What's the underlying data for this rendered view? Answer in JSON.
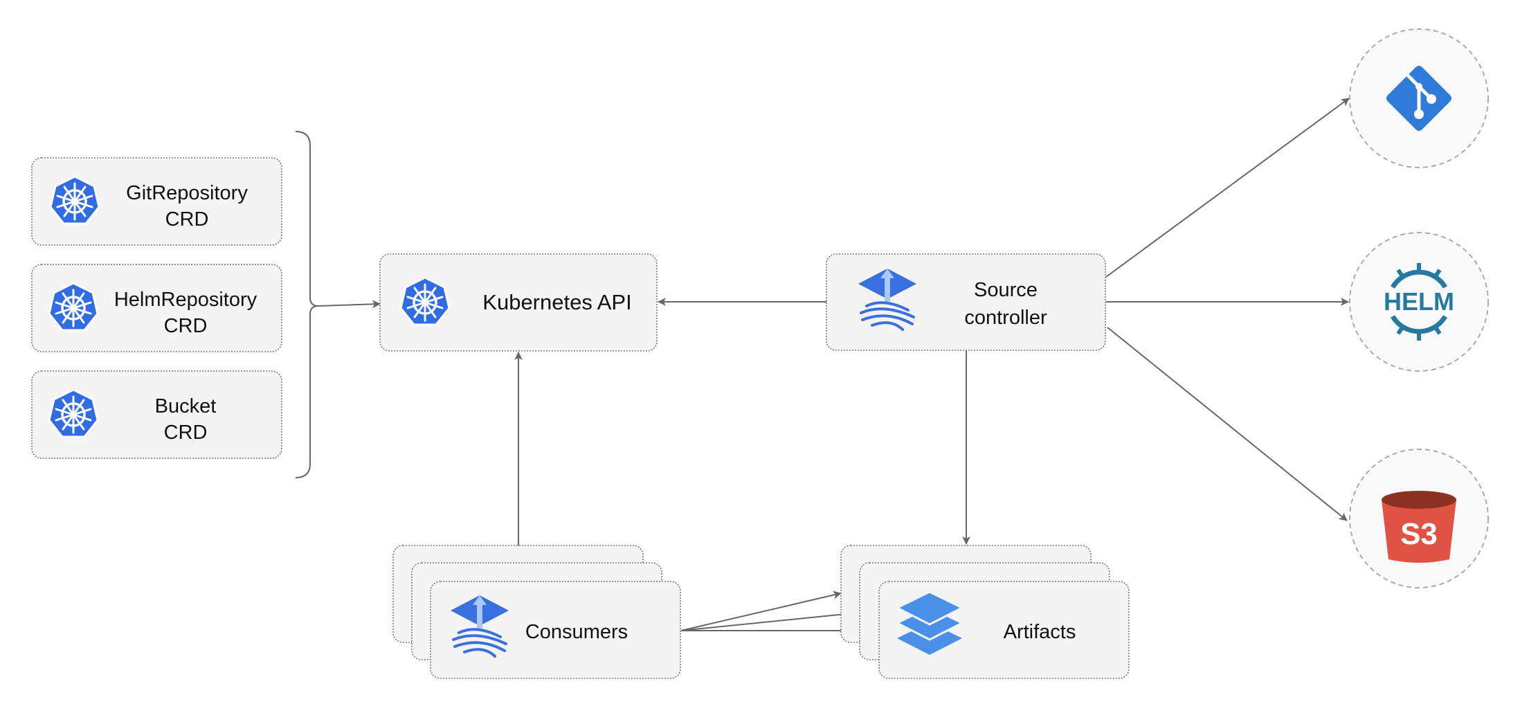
{
  "crds": [
    {
      "line1": "GitRepository",
      "line2": "CRD"
    },
    {
      "line1": "HelmRepository",
      "line2": "CRD"
    },
    {
      "line1": "Bucket",
      "line2": "CRD"
    }
  ],
  "kubernetes_api": {
    "label": "Kubernetes API"
  },
  "source_controller": {
    "line1": "Source",
    "line2": "controller"
  },
  "consumers": {
    "label": "Consumers"
  },
  "artifacts": {
    "label": "Artifacts"
  },
  "sources": {
    "helm_logo": "HELM",
    "s3_logo": "S3"
  },
  "colors": {
    "kubernetes_blue": "#326ce5",
    "git_blue": "#2f7bd8",
    "helm_teal": "#277a9f",
    "s3_red": "#e05243",
    "flux_blue": "#3a6fe0",
    "artifacts_blue": "#4a90e8"
  }
}
